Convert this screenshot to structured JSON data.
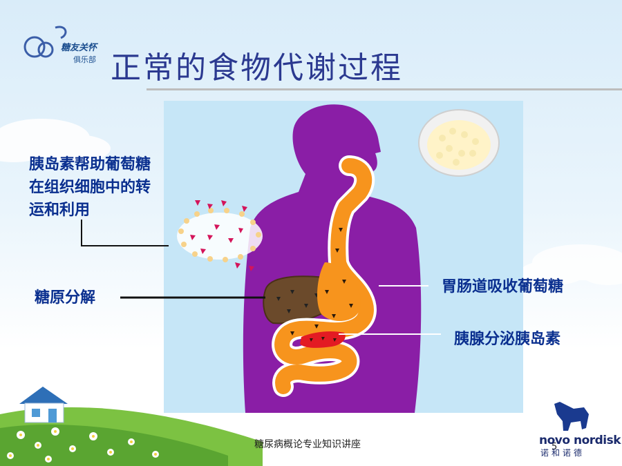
{
  "title": "正常的食物代谢过程",
  "labels": {
    "insulin_help": [
      "胰岛素帮助葡萄糖",
      "在组织细胞中的转",
      "运和利用"
    ],
    "glycogen": "糖原分解",
    "gut_absorb": "胃肠道吸收葡萄糖",
    "pancreas": "胰腺分泌胰岛素"
  },
  "footer": "糖尿病概论专业知识讲座",
  "page_number": "5",
  "logo_club": {
    "name": "糖友关怀",
    "sub": "俱乐部"
  },
  "logo_brand": {
    "name": "novo nordisk",
    "sub": "诺和诺德"
  },
  "colors": {
    "title": "#2b3990",
    "label": "#0a2f8f",
    "body_silhouette": "#8a1ea6",
    "panel_bg": "#c6e6f7",
    "digestive": "#f7941d",
    "liver": "#6b4a2b",
    "pancreas": "#e31b23"
  }
}
